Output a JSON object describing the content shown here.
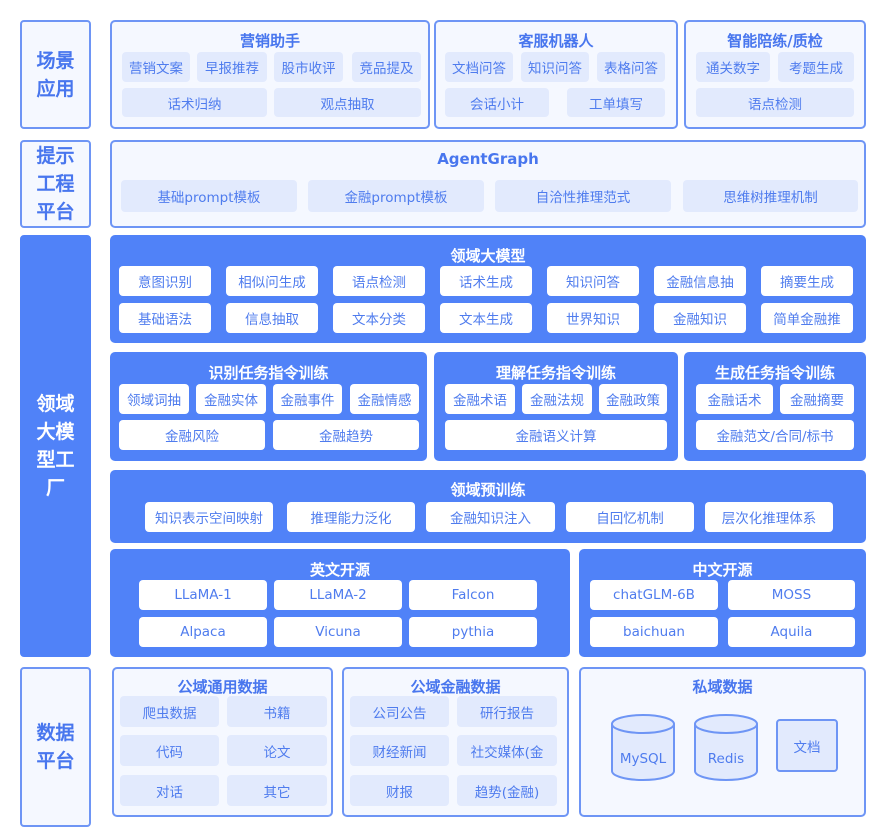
{
  "layers": {
    "scene": "场景应用",
    "prompt": "提示工程平台",
    "factory": "领域大模型工厂",
    "data": "数据平台"
  },
  "groups": {
    "marketing": {
      "title": "营销助手",
      "items": [
        "营销文案",
        "早报推荐",
        "股市收评",
        "竞品提及",
        "话术归纳",
        "观点抽取"
      ]
    },
    "service": {
      "title": "客服机器人",
      "items": [
        "文档问答",
        "知识问答",
        "表格问答",
        "会话小计",
        "工单填写"
      ]
    },
    "training": {
      "title": "智能陪练/质检",
      "items": [
        "通关数字",
        "考题生成",
        "语点检测"
      ]
    },
    "agentgraph": {
      "title": "AgentGraph",
      "items": [
        "基础prompt模板",
        "金融prompt模板",
        "自洽性推理范式",
        "思维树推理机制"
      ]
    },
    "domain_model": {
      "title": "领域大模型",
      "items": [
        "意图识别",
        "相似问生成",
        "语点检测",
        "话术生成",
        "知识问答",
        "金融信息抽",
        "摘要生成",
        "基础语法",
        "信息抽取",
        "文本分类",
        "文本生成",
        "世界知识",
        "金融知识",
        "简单金融推"
      ]
    },
    "recognition": {
      "title": "识别任务指令训练",
      "items": [
        "领域词抽",
        "金融实体",
        "金融事件",
        "金融情感",
        "金融风险",
        "金融趋势"
      ]
    },
    "understanding": {
      "title": "理解任务指令训练",
      "items": [
        "金融术语",
        "金融法规",
        "金融政策",
        "金融语义计算"
      ]
    },
    "generation": {
      "title": "生成任务指令训练",
      "items": [
        "金融话术",
        "金融摘要",
        "金融范文/合同/标书"
      ]
    },
    "pretrain": {
      "title": "领域预训练",
      "items": [
        "知识表示空间映射",
        "推理能力泛化",
        "金融知识注入",
        "自回忆机制",
        "层次化推理体系"
      ]
    },
    "english_os": {
      "title": "英文开源",
      "items": [
        "LLaMA-1",
        "LLaMA-2",
        "Falcon",
        "Alpaca",
        "Vicuna",
        "pythia"
      ]
    },
    "chinese_os": {
      "title": "中文开源",
      "items": [
        "chatGLM-6B",
        "MOSS",
        "baichuan",
        "Aquila"
      ]
    },
    "public_general": {
      "title": "公域通用数据",
      "items": [
        "爬虫数据",
        "书籍",
        "代码",
        "论文",
        "对话",
        "其它"
      ]
    },
    "public_finance": {
      "title": "公域金融数据",
      "items": [
        "公司公告",
        "研行报告",
        "财经新闻",
        "社交媒体(金",
        "财报",
        "趋势(金融)"
      ]
    },
    "private": {
      "title": "私域数据",
      "items": [
        "MySQL",
        "Redis",
        "文档"
      ]
    }
  },
  "colors": {
    "primary": "#5082f8",
    "light_bg": "#f5f8ff",
    "chip_light": "#e2eafd",
    "text": "#4876ee"
  }
}
